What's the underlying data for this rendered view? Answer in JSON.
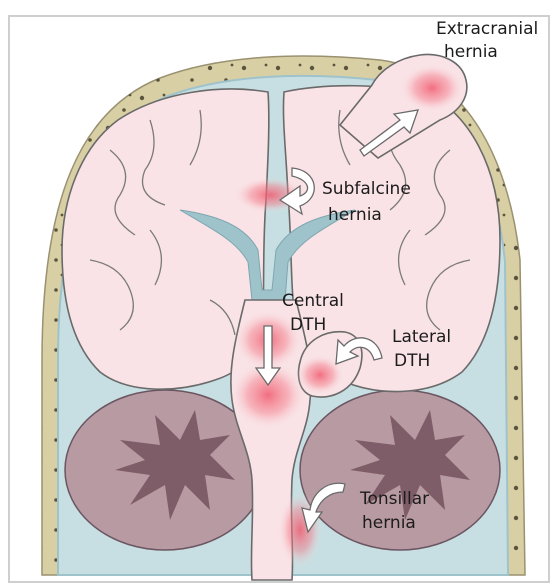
{
  "labels": {
    "extracranial": [
      "Extracranial",
      "hernia"
    ],
    "subfalcine": [
      "Subfalcine",
      "hernia"
    ],
    "central": [
      "Central",
      "DTH"
    ],
    "lateral": [
      "Lateral",
      "DTH"
    ],
    "tonsillar": [
      "Tonsillar",
      "hernia"
    ]
  },
  "colors": {
    "skull": "#d8cfa4",
    "brain": "#f9e3e6",
    "brain_outline": "#6a6a6a",
    "ventricle": "#9fc3cb",
    "cerebellum": "#b89aa3",
    "cerebellum_core": "#7e5c68",
    "herniation_glow": "#f05a6e",
    "arrow_fill": "#ffffff"
  },
  "icons": [
    "arrow-extracranial-icon",
    "arrow-subfalcine-icon",
    "arrow-central-icon",
    "arrow-lateral-icon",
    "arrow-tonsillar-icon"
  ]
}
